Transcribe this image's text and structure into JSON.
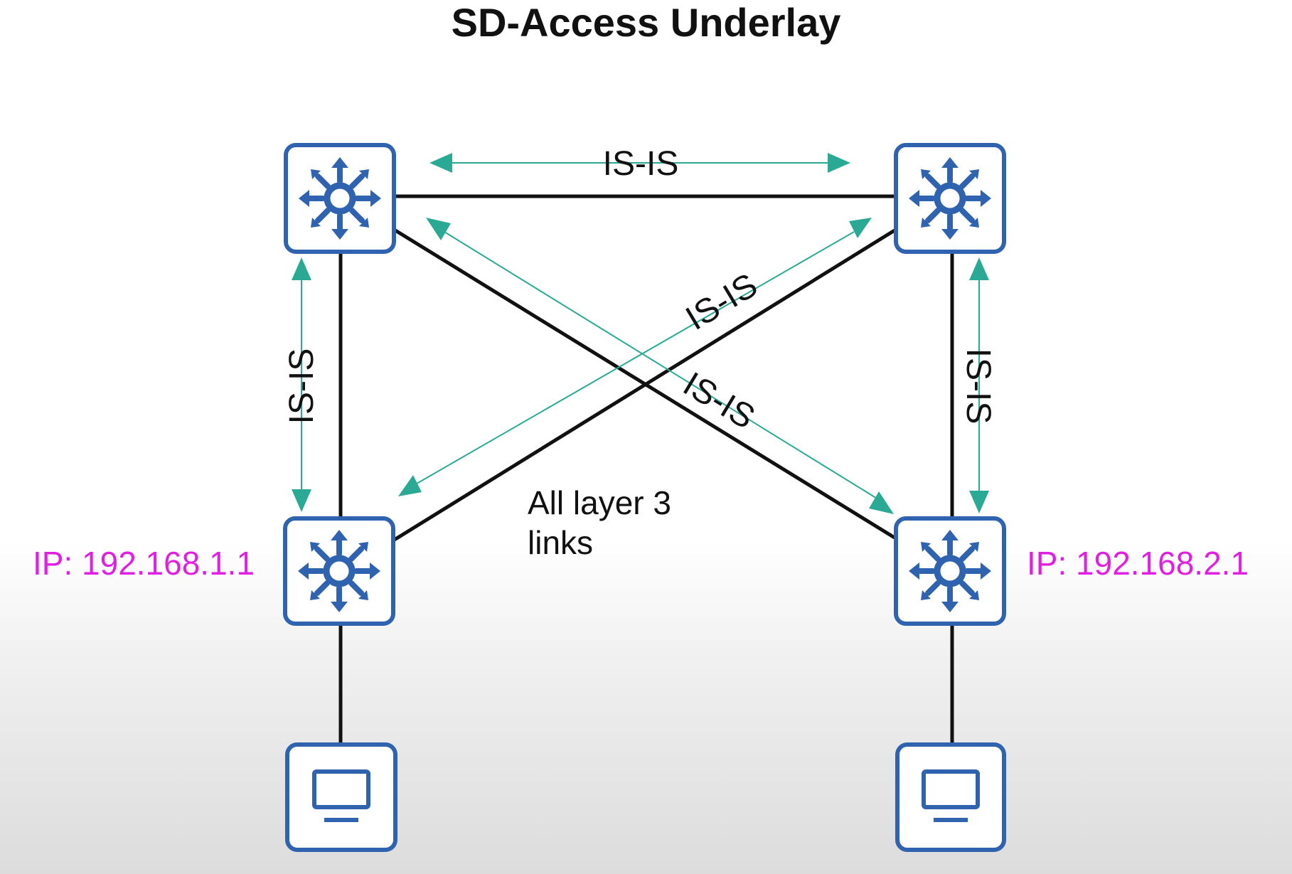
{
  "title": "SD-Access Underlay",
  "nodes": {
    "top_left": {
      "type": "layer3-switch",
      "icon": "layer3-switch-icon"
    },
    "top_right": {
      "type": "layer3-switch",
      "icon": "layer3-switch-icon"
    },
    "bottom_left": {
      "type": "layer3-switch",
      "icon": "layer3-switch-icon",
      "ip_label": "IP: 192.168.1.1"
    },
    "bottom_right": {
      "type": "layer3-switch",
      "icon": "layer3-switch-icon",
      "ip_label": "IP: 192.168.2.1"
    },
    "pc_left": {
      "type": "pc",
      "icon": "pc-monitor-icon"
    },
    "pc_right": {
      "type": "pc",
      "icon": "pc-monitor-icon"
    }
  },
  "links": [
    {
      "from": "top_left",
      "to": "top_right",
      "protocol": "IS-IS"
    },
    {
      "from": "top_left",
      "to": "bottom_left",
      "protocol": "IS-IS"
    },
    {
      "from": "top_right",
      "to": "bottom_right",
      "protocol": "IS-IS"
    },
    {
      "from": "top_right",
      "to": "bottom_left",
      "protocol": "IS-IS"
    },
    {
      "from": "top_left",
      "to": "bottom_right",
      "protocol": "IS-IS"
    },
    {
      "from": "bottom_left",
      "to": "pc_left",
      "protocol": ""
    },
    {
      "from": "bottom_right",
      "to": "pc_right",
      "protocol": ""
    }
  ],
  "note": {
    "line1": "All layer 3",
    "line2": "links"
  },
  "colors": {
    "device_blue": "#2f63b0",
    "protocol_arrow": "#2aaa94",
    "ip_text": "#e020e0",
    "link_line": "#111111"
  }
}
